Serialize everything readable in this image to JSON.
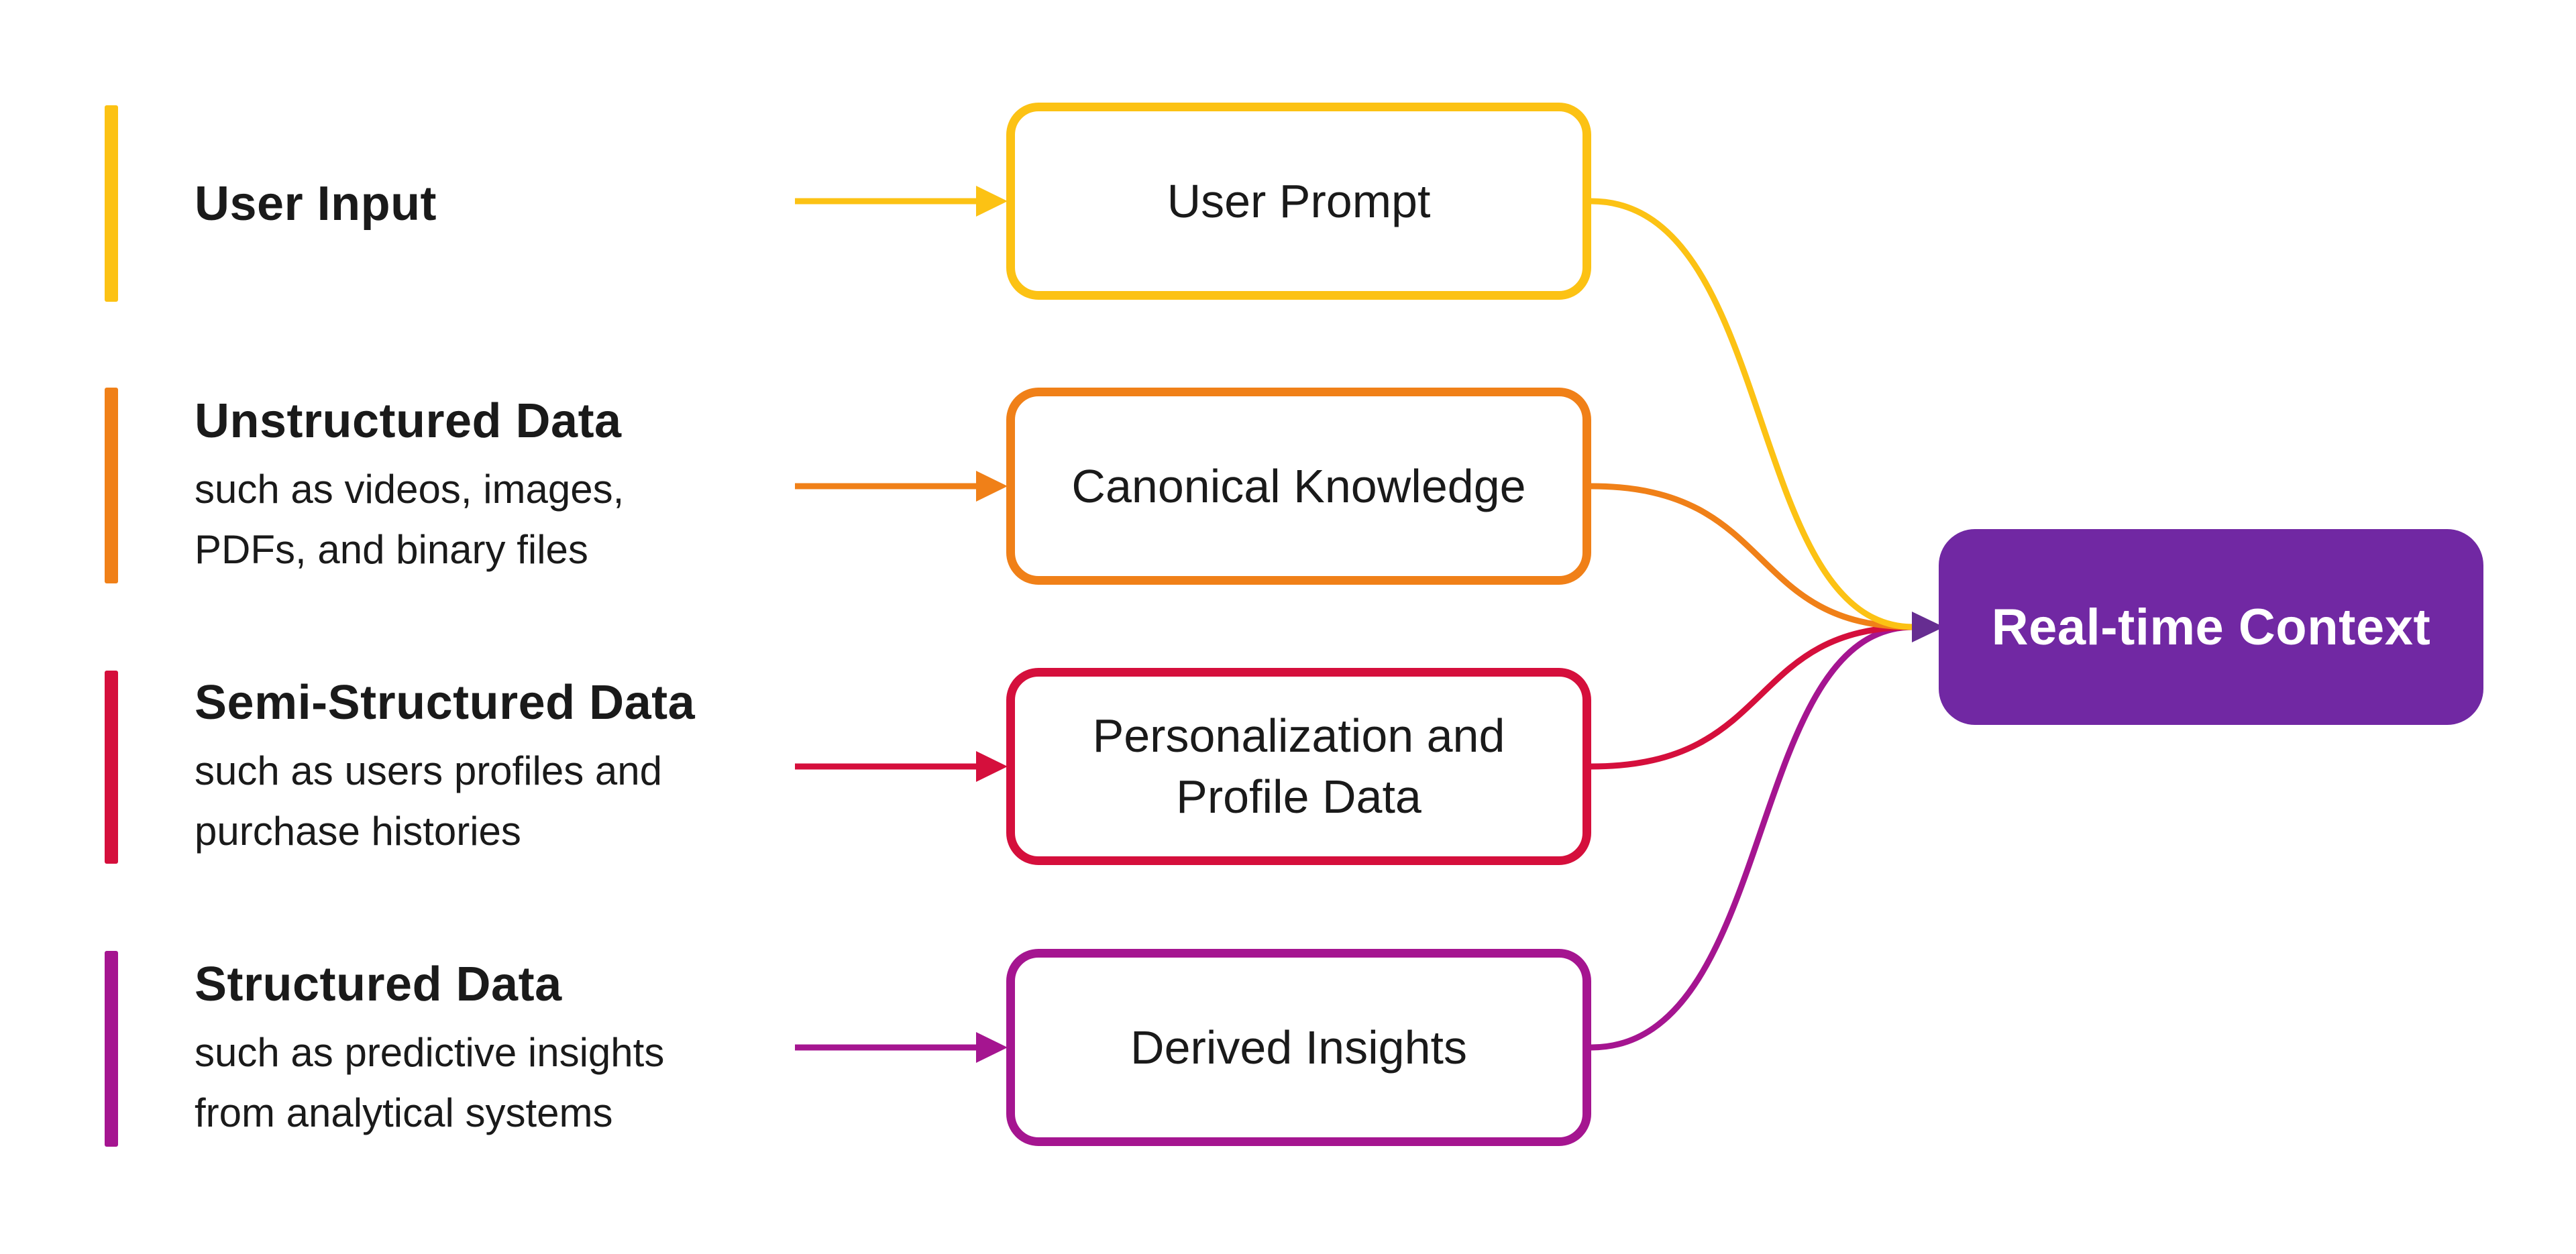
{
  "colors": {
    "yellow": "#FCC214",
    "orange": "#F08018",
    "red": "#D50F3C",
    "magenta": "#A51590",
    "purple": "#7128A3",
    "arrowhead": "#662D91",
    "text": "#1A1A1A",
    "background": "#FFFFFF"
  },
  "rows": [
    {
      "title": "User Input",
      "subtitle": "",
      "box_label": "User Prompt",
      "color": "#FCC214"
    },
    {
      "title": "Unstructured Data",
      "subtitle": "such as videos, images,\nPDFs, and binary files",
      "box_label": "Canonical Knowledge",
      "color": "#F08018"
    },
    {
      "title": "Semi-Structured Data",
      "subtitle": "such as users profiles and\npurchase histories",
      "box_label": "Personalization and\nProfile Data",
      "color": "#D50F3C"
    },
    {
      "title": "Structured Data",
      "subtitle": "such as predictive insights\nfrom analytical systems",
      "box_label": "Derived Insights",
      "color": "#A51590"
    }
  ],
  "target": {
    "label": "Real-time Context"
  }
}
